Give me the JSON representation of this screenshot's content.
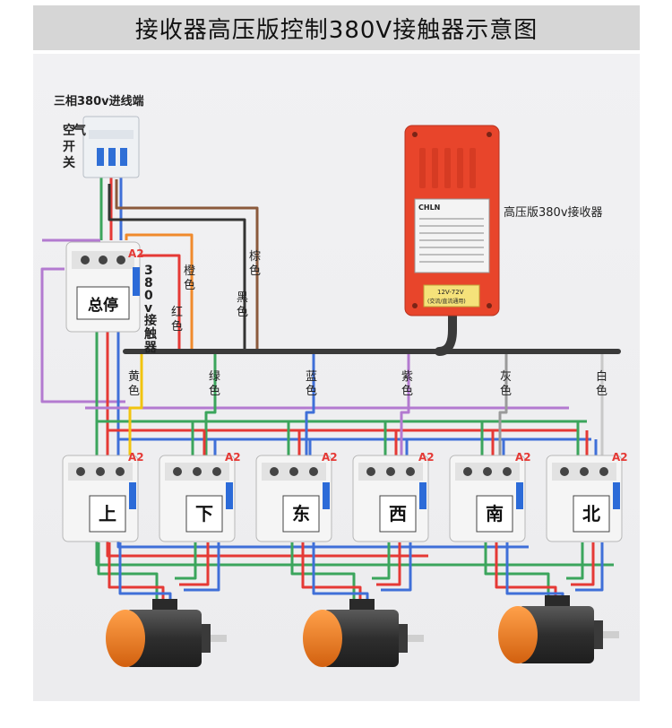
{
  "title": "接收器高压版控制380V接触器示意图",
  "power_input": {
    "label": "三相380v进线端",
    "breaker_label": [
      "空",
      "气",
      "开",
      "关"
    ]
  },
  "receiver": {
    "label": "高压版380v接收器",
    "brand": "CHLN",
    "voltage_label": "12V-72V",
    "voltage_note": "(交流/直流通用)"
  },
  "main_contactor": {
    "label": "总停",
    "terminal": "A2",
    "side_label": [
      "3",
      "8",
      "0",
      "v",
      "接",
      "触",
      "器"
    ]
  },
  "wire_labels": {
    "orange": [
      "橙",
      "色"
    ],
    "red": [
      "红",
      "色"
    ],
    "brown": [
      "棕",
      "色"
    ],
    "black": [
      "黑",
      "色"
    ],
    "yellow": [
      "黄",
      "色"
    ],
    "green": [
      "绿",
      "色"
    ],
    "blue": [
      "蓝",
      "色"
    ],
    "purple": [
      "紫",
      "色"
    ],
    "gray": [
      "灰",
      "色"
    ],
    "white": [
      "白",
      "色"
    ]
  },
  "contactors": [
    {
      "label": "上",
      "terminal": "A2"
    },
    {
      "label": "下",
      "terminal": "A2"
    },
    {
      "label": "东",
      "terminal": "A2"
    },
    {
      "label": "西",
      "terminal": "A2"
    },
    {
      "label": "南",
      "terminal": "A2"
    },
    {
      "label": "北",
      "terminal": "A2"
    }
  ],
  "colors": {
    "red": "#e53935",
    "green": "#3ba55c",
    "blue": "#3f6fd8",
    "purple": "#b37ad0",
    "orange": "#f08a2c",
    "brown": "#8b5a3c",
    "black": "#333333",
    "gray": "#9a9a9a",
    "motor_orange": "#f07a1a",
    "receiver_red": "#e8452b"
  }
}
